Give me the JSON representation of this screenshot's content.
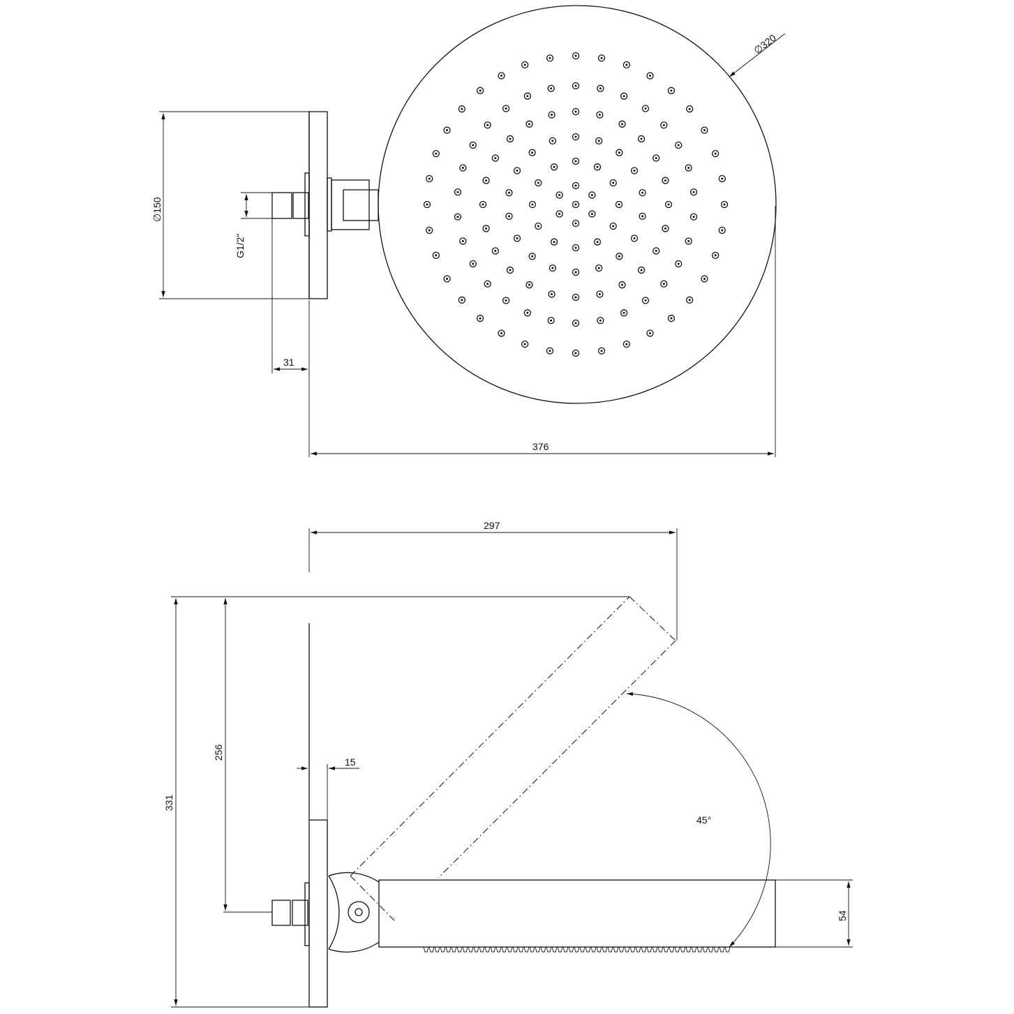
{
  "drawing": {
    "front_view": {
      "dim_head_diameter": "∅320",
      "dim_flange_diameter": "∅150",
      "dim_thread": "G1/2\"",
      "dim_fitting_depth": "31",
      "dim_total_projection": "376"
    },
    "side_view": {
      "dim_tilted_projection": "297",
      "dim_total_height": "331",
      "dim_inlet_height": "256",
      "dim_flange_thickness": "15",
      "dim_tilt_angle": "45°",
      "dim_head_thickness": "54"
    },
    "colors": {
      "line": "#111111",
      "background": "#ffffff"
    }
  }
}
